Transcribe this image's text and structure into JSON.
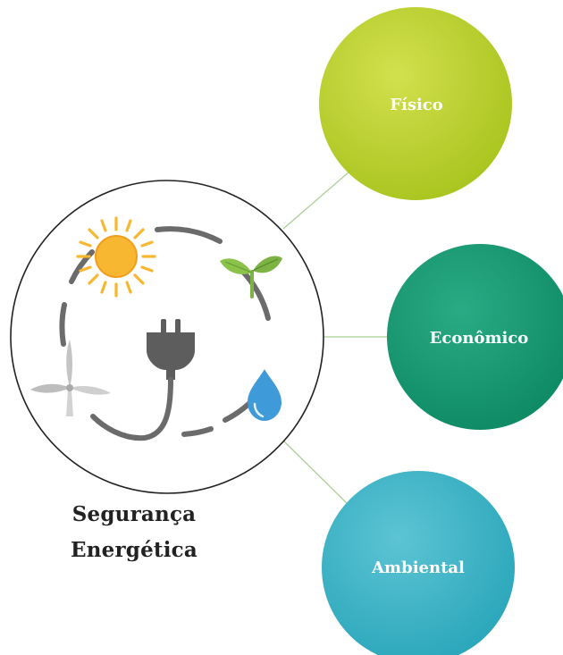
{
  "diagram": {
    "center": {
      "title_line1": "Segurança",
      "title_line2": "Energética",
      "icons": [
        "sun-icon",
        "sprout-icon",
        "plug-icon",
        "wind-turbine-icon",
        "water-drop-icon"
      ]
    },
    "nodes": [
      {
        "label": "Físico",
        "color": "#b5cc2a"
      },
      {
        "label": "Econômico",
        "color": "#1f9a73"
      },
      {
        "label": "Ambiental",
        "color": "#3fb2c4"
      }
    ],
    "colors": {
      "connector": "#a8cf92",
      "circle_outline": "#222222",
      "cable": "#6b6b6b",
      "sun": "#f7b731",
      "sprout": "#7cb342",
      "drop": "#3e9ad8",
      "turbine": "#c9c9c9"
    }
  }
}
